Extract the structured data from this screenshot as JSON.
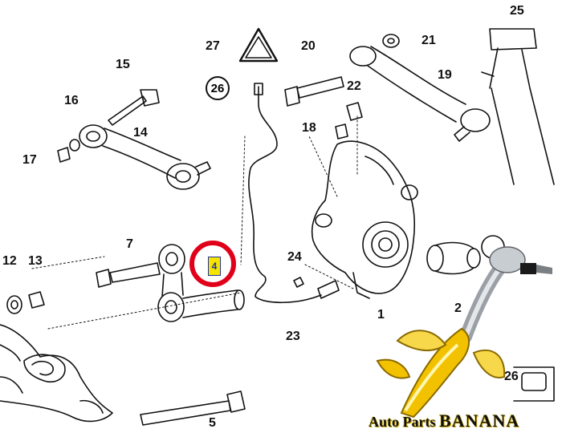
{
  "diagram": {
    "callouts": {
      "c1": "1",
      "c2": "2",
      "c5": "5",
      "c7": "7",
      "c12": "12",
      "c13": "13",
      "c14": "14",
      "c15": "15",
      "c16": "16",
      "c17": "17",
      "c18": "18",
      "c19": "19",
      "c20": "20",
      "c21": "21",
      "c22": "22",
      "c23": "23",
      "c24": "24",
      "c25": "25",
      "c26": "26",
      "c26b": "26",
      "c27": "27"
    },
    "highlight_label": "4",
    "highlight_color": "#e0001a",
    "warning_sign_text": "?"
  },
  "brand": {
    "line1": "Auto Parts ",
    "line2": "BANANA",
    "accent_color": "#f2c200"
  }
}
